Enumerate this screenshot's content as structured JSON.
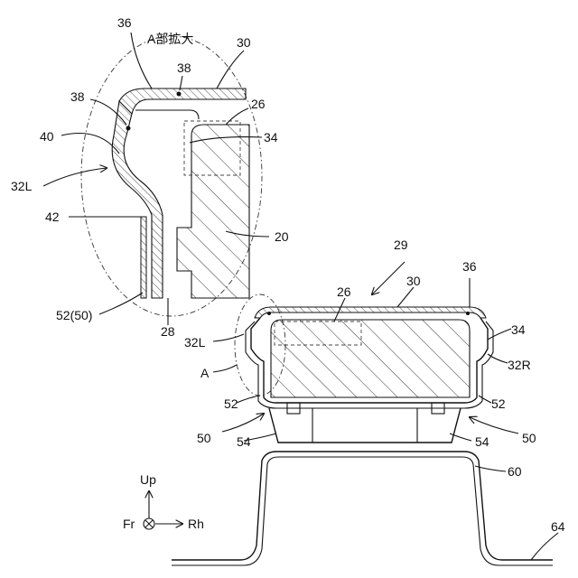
{
  "labels": {
    "n36_top": "36",
    "detail_title": "A部拡大",
    "n30_top": "30",
    "n38_a": "38",
    "n38_b": "38",
    "n26_top": "26",
    "n34_top": "34",
    "n40": "40",
    "n32L_top": "32L",
    "n42": "42",
    "n20": "20",
    "n52_50": "52(50)",
    "n28": "28",
    "n29": "29",
    "n36_main": "36",
    "n30_main": "30",
    "n26_main": "26",
    "n32L_main": "32L",
    "nA": "A",
    "n34_main": "34",
    "n32R": "32R",
    "n52_left": "52",
    "n52_right": "52",
    "n50_left": "50",
    "n54_left": "54",
    "n54_right": "54",
    "n50_right": "50",
    "n60": "60",
    "n64": "64",
    "up": "Up",
    "fr": "Fr",
    "rh": "Rh"
  }
}
